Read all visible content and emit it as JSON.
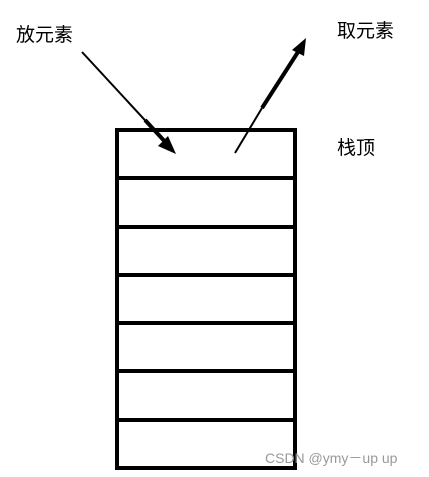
{
  "labels": {
    "push": "放元素",
    "pop": "取元素",
    "top": "栈顶"
  },
  "watermark": "CSDN @ymy－up up",
  "stack": {
    "slot_count": 7
  },
  "colors": {
    "stroke": "#000000",
    "text": "#000000",
    "watermark": "#999999",
    "background": "#ffffff"
  }
}
